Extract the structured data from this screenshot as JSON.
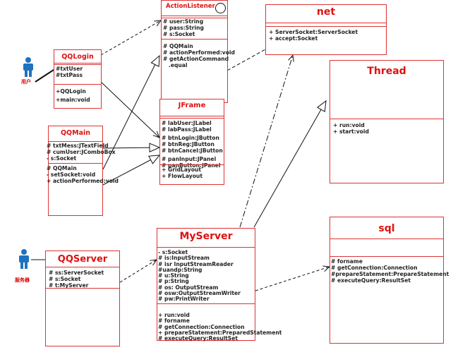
{
  "actors": {
    "user": "用户",
    "server": "服务器"
  },
  "classes": {
    "action_listener": {
      "name": "ActionListener",
      "attributes": [
        "# user:String",
        "# pass:String",
        "# s:Socket"
      ],
      "methods": [
        "# QQMain",
        "# actionPerformed:void",
        "# getActionCommand",
        "   .equal"
      ]
    },
    "net": {
      "name": "net",
      "attributes": [],
      "methods": [
        "+ ServerSocket:ServerSocket",
        "+ accept:Socket"
      ]
    },
    "qqlogin": {
      "name": "QQLogin",
      "attributes": [
        "#txtUser",
        "#txtPass"
      ],
      "methods": [
        "+QQLogin",
        "+main:void"
      ]
    },
    "thread": {
      "name": "Thread",
      "attributes": [],
      "methods": [
        "+ run:void",
        "+ start:void"
      ]
    },
    "jframe": {
      "name": "JFrame",
      "attributes": [
        "# labUser:JLabel",
        "# labPass:JLabel",
        "# btnLogin:JButton",
        "# btnReg:JButton",
        "# btnCancel:JButton",
        "# panInput:JPanel",
        "# panButton:JPanel"
      ],
      "methods": [
        "+ GridLayout",
        "+ FlowLayout"
      ]
    },
    "qqmain": {
      "name": "QQMain",
      "attributes": [
        "# txtMess:JTextField",
        "# cumUser:JComboBox",
        "- s:Socket"
      ],
      "methods": [
        "# QQMain",
        "- setSocket:void",
        "+ actionPerformed:void"
      ]
    },
    "myserver": {
      "name": "MyServer",
      "attributes": [
        "- s:Socket",
        "# is:InputStream",
        "# isr InputStreamReader",
        "#uandp:String",
        "# u:String",
        "# p:String",
        "# os: OutputStream",
        "# osw:OutputStreamWriter",
        "# pw:PrintWriter"
      ],
      "methods": [
        "+ run:void",
        "# forname",
        "# getConnection:Connection",
        "+ prepareStatement:PreparedStatement",
        "# executeQuery:ResultSet"
      ]
    },
    "qqserver": {
      "name": "QQServer",
      "attributes": [
        "# ss:ServerSocket",
        "# s:Socket",
        "# t:MyServer"
      ],
      "methods": []
    },
    "sql": {
      "name": "sql",
      "attributes": [],
      "methods": [
        "# forname",
        "# getConnection:Connection",
        "#prepareStatement:PrepareStatement",
        "# executeQuery:ResultSet"
      ]
    }
  },
  "colors": {
    "class_border": "#dd3333",
    "class_title": "#e01010",
    "actor": "#1e73be",
    "edge": "#111111"
  }
}
